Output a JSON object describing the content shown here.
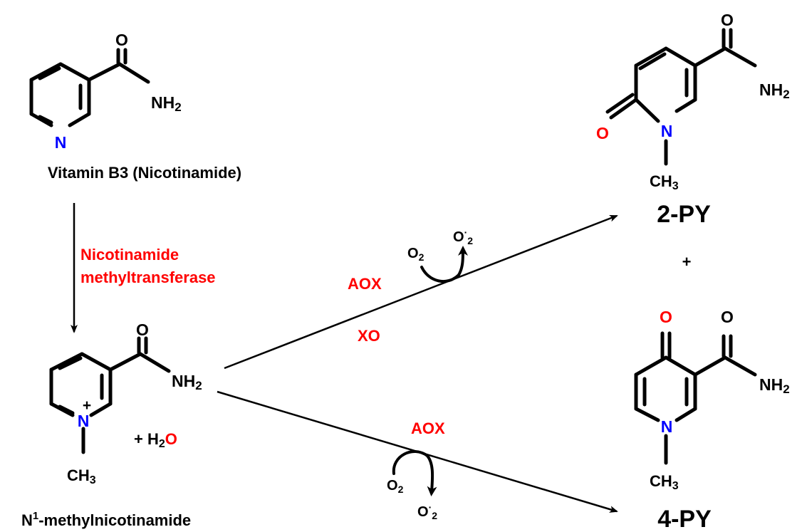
{
  "colors": {
    "heteroatom_n": "#0000ff",
    "heteroatom_o": "#ff0000",
    "enzyme": "#ff0000",
    "bond": "#000000"
  },
  "nicotinamide": {
    "name": "Vitamin B3 (Nicotinamide)",
    "o": "O",
    "nh2": "NH",
    "nh2_sub": "2",
    "n": "N"
  },
  "enzyme_nnmt": {
    "line1": "Nicotinamide",
    "line2": "methyltransferase"
  },
  "mna": {
    "name_n": "N",
    "name_sup": "1",
    "name_rest": "-methylnicotinamide",
    "o": "O",
    "nh2": "NH",
    "nh2_sub": "2",
    "n": "N",
    "plus": "+",
    "ch3": "CH",
    "ch3_sub": "3",
    "water_plus": "+ H",
    "water_sub": "2",
    "water_o": "O"
  },
  "py2": {
    "name": "2-PY",
    "o_top": "O",
    "o_ring": "O",
    "nh2": "NH",
    "nh2_sub": "2",
    "n": "N",
    "ch3": "CH",
    "ch3_sub": "3"
  },
  "between_plus": "+",
  "py4": {
    "name": "4-PY",
    "o_ring": "O",
    "o_amide": "O",
    "nh2": "NH",
    "nh2_sub": "2",
    "n": "N",
    "ch3": "CH",
    "ch3_sub": "3"
  },
  "upper_reaction": {
    "enzyme1": "AOX",
    "enzyme2": "XO",
    "o2": "O",
    "o2_sub": "2",
    "superoxide": "O",
    "superoxide_dot": "·",
    "superoxide_sub": "2"
  },
  "lower_reaction": {
    "enzyme": "AOX",
    "o2": "O",
    "o2_sub": "2",
    "superoxide": "O",
    "superoxide_dot": "·",
    "superoxide_sub": "2"
  }
}
